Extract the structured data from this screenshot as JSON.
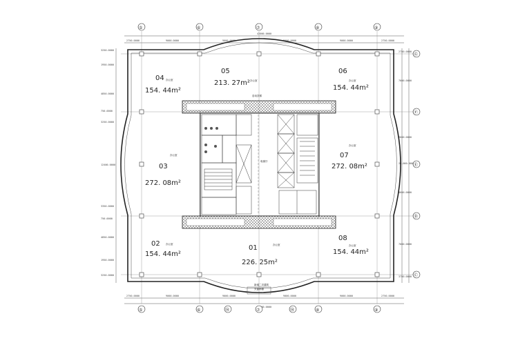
{
  "units": [
    {
      "id": "04",
      "area": "154. 44m²"
    },
    {
      "id": "05",
      "area": "213. 27m²"
    },
    {
      "id": "06",
      "area": "154. 44m²"
    },
    {
      "id": "03",
      "area": "272. 08m²"
    },
    {
      "id": "07",
      "area": "272. 08m²"
    },
    {
      "id": "02",
      "area": "154. 44m²"
    },
    {
      "id": "01",
      "area": "226. 25m²"
    },
    {
      "id": "08",
      "area": "154. 44m²"
    }
  ],
  "axes": {
    "top": [
      "⑤",
      "⑥",
      "⑦",
      "⑧",
      "⑨"
    ],
    "bottom": [
      "⑤",
      "⑥",
      "⑭",
      "⑦",
      "⑭",
      "⑧",
      "⑨"
    ],
    "right": [
      "Ⓖ",
      "Ⓕ",
      "Ⓔ",
      "Ⓓ",
      "Ⓒ"
    ]
  },
  "dims": {
    "top_total": "42000.0000",
    "top_segments": [
      "2750.0000",
      "9000.0000",
      "9000.0000",
      "9000.0000",
      "9000.0000",
      "2750.0000"
    ],
    "bottom_total": "42000.0000",
    "bottom_segments": [
      "2750.0000",
      "9000.0000",
      "9000.0000",
      "9000.0000",
      "9000.0000",
      "2750.0000"
    ],
    "left": [
      "3250.0000",
      "1950.0000",
      "4850.0000",
      "750.0000",
      "3250.0000",
      "12400.0000",
      "3350.0000",
      "750.0000",
      "4850.0000",
      "1950.0000",
      "3250.0000"
    ],
    "right": [
      "2750.0000",
      "7000.0000",
      "8000.0000",
      "20,000.0000",
      "8000.0000",
      "7000.0000",
      "3750.0000"
    ]
  },
  "notes": {
    "core_center": "电梯厅",
    "small_label": "办公室",
    "core_top": "自动扶梯",
    "bottom_note1": "新增二次建筑",
    "bottom_note2": "天窗雨棚"
  }
}
